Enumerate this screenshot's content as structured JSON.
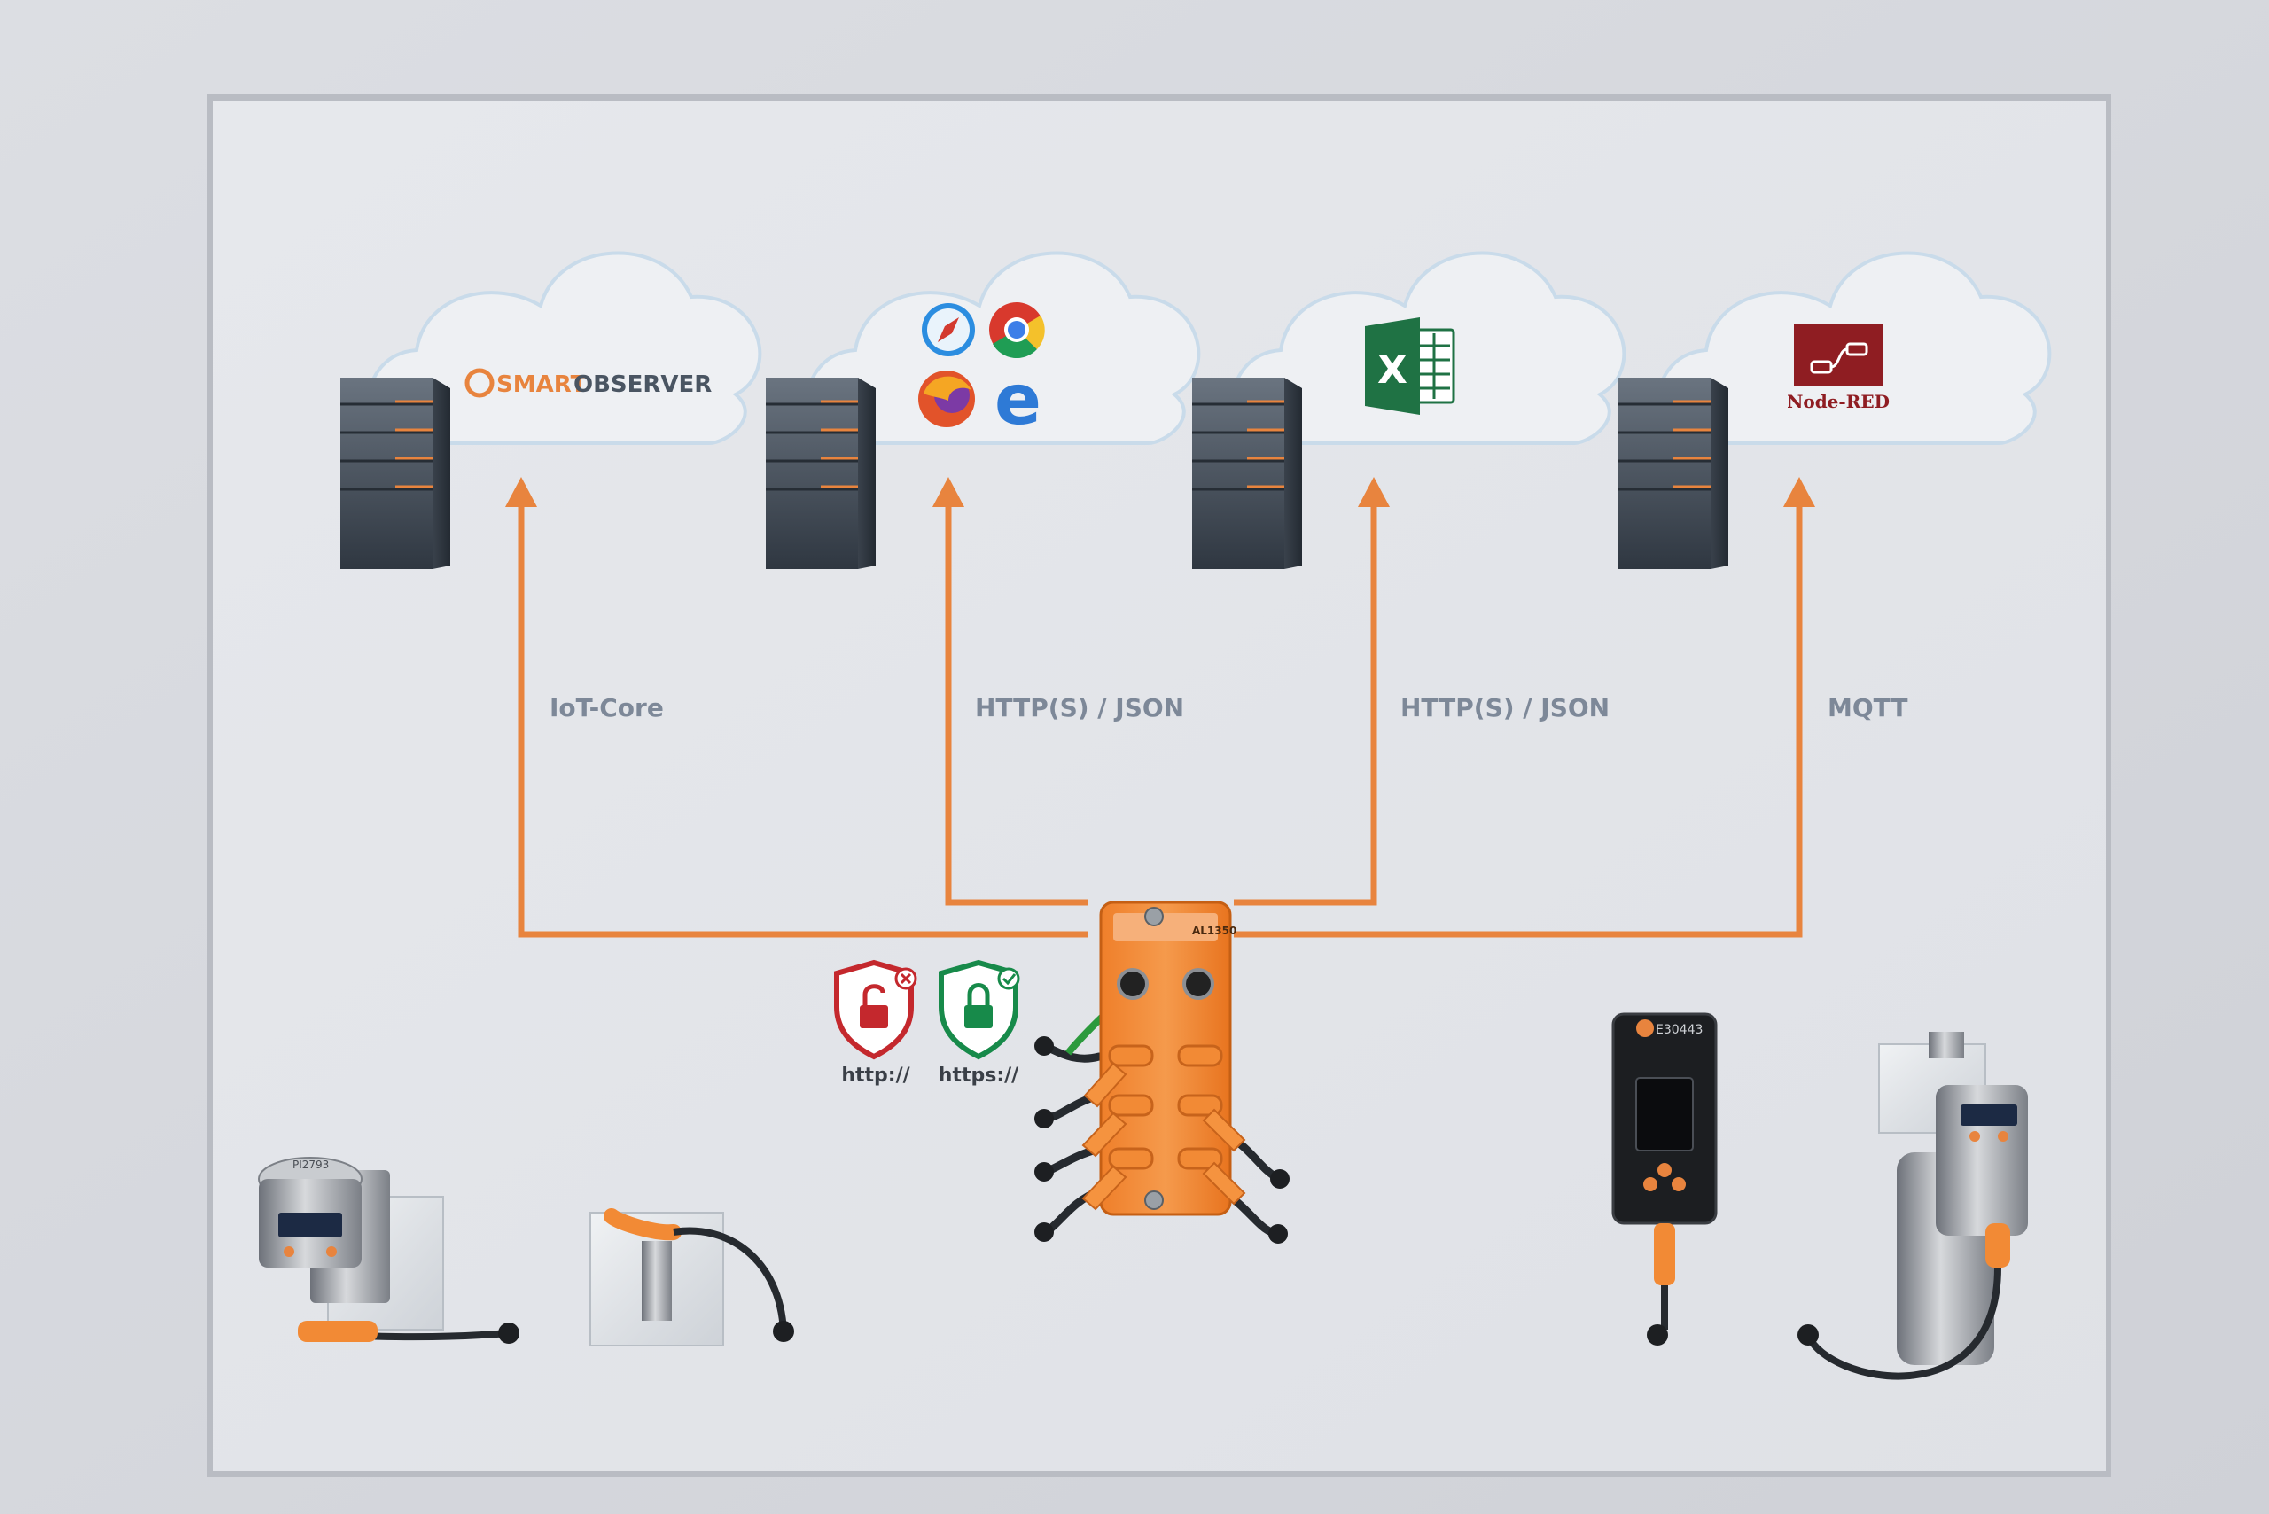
{
  "clouds": [
    {
      "name": "smartobserver",
      "logo_text_1": "SMART",
      "logo_text_2": "OBSERVER"
    },
    {
      "name": "browsers",
      "icons": [
        "safari-icon",
        "chrome-icon",
        "firefox-icon",
        "edge-icon"
      ]
    },
    {
      "name": "excel",
      "logo_text": "X"
    },
    {
      "name": "node-red",
      "logo_text": "Node-RED"
    }
  ],
  "protocols": [
    "IoT-Core",
    "HTTP(S) / JSON",
    "HTTP(S) / JSON",
    "MQTT"
  ],
  "security": {
    "insecure_label": "http://",
    "secure_label": "https://"
  },
  "devices": {
    "sensor_1_label": "PI2793",
    "display_label": "E30443",
    "hub_label": "AL1350"
  },
  "colors": {
    "accent_orange": "#e8843e",
    "panel": "#e3e5ea",
    "server_dark": "#3e4650",
    "excel_green": "#1f7244",
    "nodered_red": "#8f1d22"
  }
}
